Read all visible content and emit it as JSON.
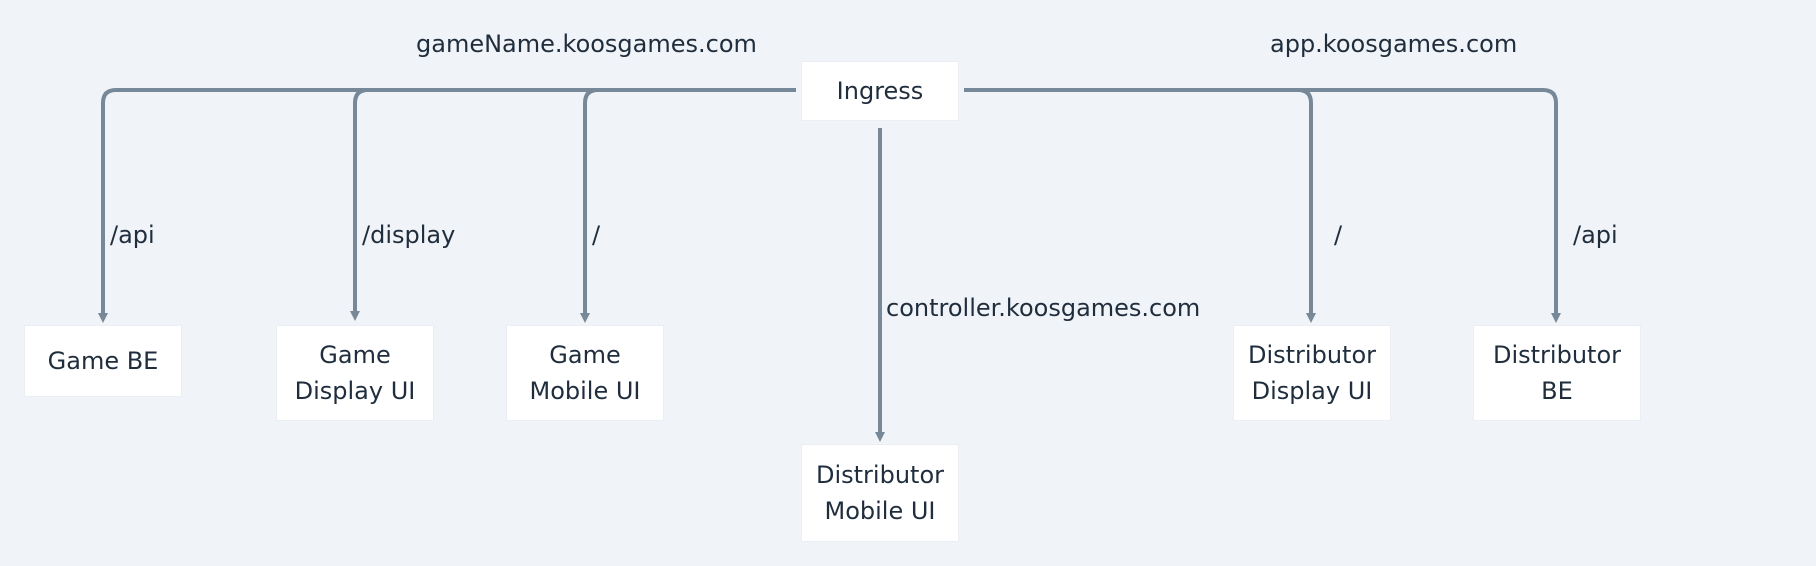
{
  "diagram": {
    "hosts": {
      "game_host": "gameName.koosgames.com",
      "app_host": "app.koosgames.com",
      "controller_host": "controller.koosgames.com"
    },
    "nodes": {
      "ingress": "Ingress",
      "game_be": "Game BE",
      "game_display_ui": "Game\nDisplay UI",
      "game_mobile_ui": "Game\nMobile UI",
      "distributor_mobile_ui": "Distributor\nMobile UI",
      "distributor_display_ui": "Distributor\nDisplay UI",
      "distributor_be": "Distributor\nBE"
    },
    "routes": {
      "game_api": "/api",
      "game_display": "/display",
      "game_root": "/",
      "app_root": "/",
      "app_api": "/api"
    },
    "colors": {
      "background": "#f0f3f7",
      "connector": "#778899",
      "node_fill": "#ffffff",
      "text": "#1f2d3d"
    }
  }
}
